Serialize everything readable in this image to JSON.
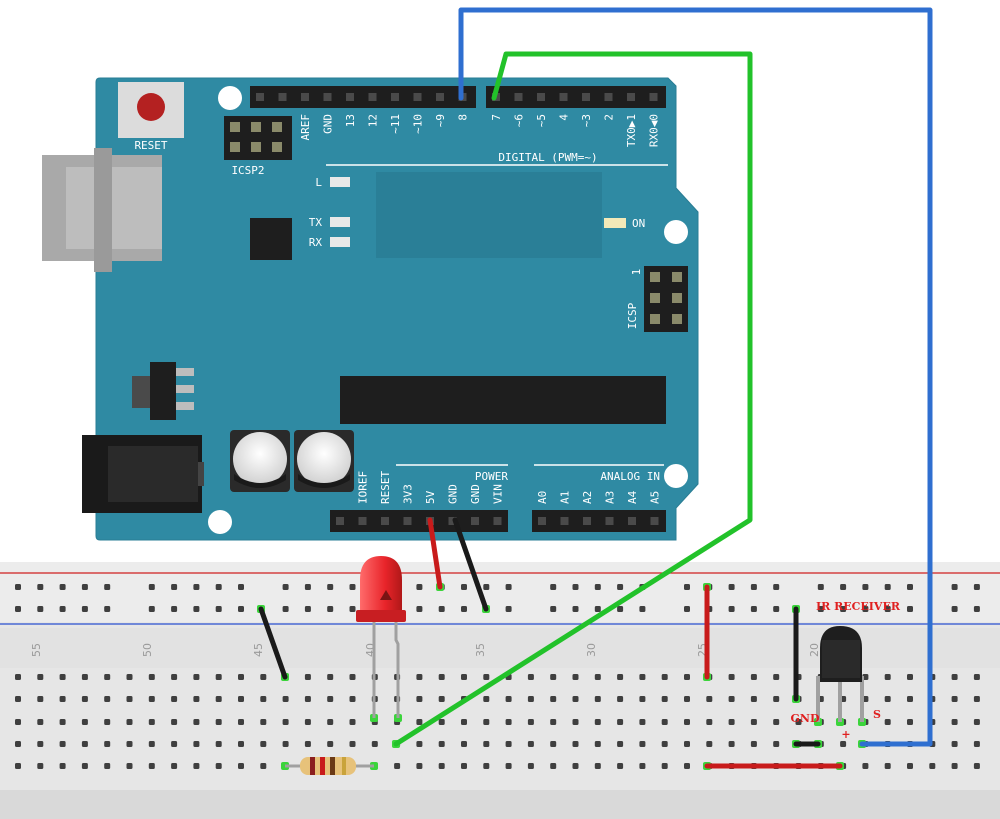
{
  "board": {
    "reset_label": "RESET",
    "icsp2_label": "ICSP2",
    "icsp_label": "ICSP",
    "icsp_pin1": "1",
    "digital_label": "DIGITAL (PWM=~)",
    "on_label": "ON",
    "l_label": "L",
    "tx_label": "TX",
    "rx_label": "RX",
    "power_label": "POWER",
    "analog_label": "ANALOG IN",
    "top_pins": [
      "AREF",
      "GND",
      "13",
      "12",
      "~11",
      "~10",
      "~9",
      "8"
    ],
    "top_pins_right": [
      "7",
      "~6",
      "~5",
      "4",
      "~3",
      "2",
      "TX0▶1",
      "RX0◀0"
    ],
    "power_pins": [
      "IOREF",
      "RESET",
      "3V3",
      "5V",
      "GND",
      "GND",
      "VIN"
    ],
    "analog_pins": [
      "A0",
      "A1",
      "A2",
      "A3",
      "A4",
      "A5"
    ]
  },
  "breadboard": {
    "column_numbers": [
      "55",
      "50",
      "45",
      "40",
      "35",
      "30",
      "25",
      "20"
    ]
  },
  "sensor": {
    "title": "IR RECEIVER",
    "gnd_label": "GND",
    "plus_label": "+",
    "s_label": "S"
  },
  "colors": {
    "board": "#2f8aa3",
    "wire_blue": "#2f6fd0",
    "wire_green": "#22c22a",
    "wire_red": "#c81b1b",
    "wire_black": "#1a1a1a",
    "led": "#e8242a"
  }
}
